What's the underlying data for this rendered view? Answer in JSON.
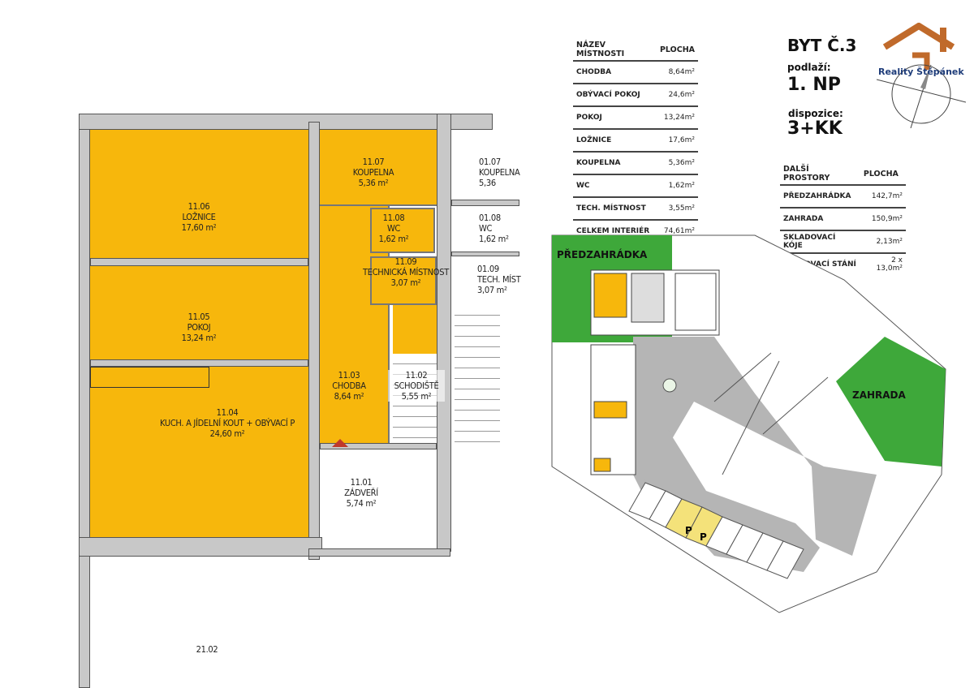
{
  "rooms_table": {
    "headers": [
      "NÁZEV MÍSTNOSTI",
      "PLOCHA"
    ],
    "rows": [
      {
        "name": "CHODBA",
        "area": "8,64m²"
      },
      {
        "name": "OBÝVACÍ POKOJ",
        "area": "24,6m²"
      },
      {
        "name": "POKOJ",
        "area": "13,24m²"
      },
      {
        "name": "LOŽNICE",
        "area": "17,6m²"
      },
      {
        "name": "KOUPELNA",
        "area": "5,36m²"
      },
      {
        "name": "WC",
        "area": "1,62m²"
      },
      {
        "name": "TECH. MÍSTNOST",
        "area": "3,55m²"
      },
      {
        "name": "CELKEM INTERIÉR",
        "area": "74,61m²"
      }
    ]
  },
  "extra_table": {
    "headers": [
      "DALŠÍ PROSTORY",
      "PLOCHA"
    ],
    "rows": [
      {
        "name": "PŘEDZAHRÁDKA",
        "area": "142,7m²"
      },
      {
        "name": "ZAHRADA",
        "area": "150,9m²"
      },
      {
        "name": "SKLADOVACÍ KÓJE",
        "area": "2,13m²"
      },
      {
        "name": "PARKOVACÍ STÁNÍ",
        "area": "2 x 13,0m²"
      }
    ]
  },
  "unit": {
    "title": "BYT Č.3",
    "floor_label": "podlaží:",
    "floor": "1. NP",
    "layout_label": "dispozice:",
    "layout": "3+KK"
  },
  "logo": {
    "text": "Reality Štěpánek",
    "color": "#c06a2b"
  },
  "plan": {
    "rooms": [
      {
        "num": "11.06",
        "name": "LOŽNICE",
        "area": "17,60 m²"
      },
      {
        "num": "11.05",
        "name": "POKOJ",
        "area": "13,24 m²"
      },
      {
        "num": "11.04",
        "name": "KUCH. A JÍDELNÍ KOUT + OBÝVACÍ P",
        "area": "24,60 m²"
      },
      {
        "num": "11.07",
        "name": "KOUPELNA",
        "area": "5,36 m²"
      },
      {
        "num": "11.08",
        "name": "WC",
        "area": "1,62 m²"
      },
      {
        "num": "11.09",
        "name": "TECHNICKÁ MÍSTNOST",
        "area": "3,07 m²"
      },
      {
        "num": "11.03",
        "name": "CHODBA",
        "area": "8,64 m²"
      },
      {
        "num": "11.02",
        "name": "SCHODIŠTĚ",
        "area": "5,55 m²"
      },
      {
        "num": "11.01",
        "name": "ZÁDVEŘÍ",
        "area": "5,74 m²"
      },
      {
        "num": "01.07",
        "name": "KOUPELNA",
        "area": "5,36"
      },
      {
        "num": "01.08",
        "name": "WC",
        "area": "1,62 m²"
      },
      {
        "num": "01.09",
        "name": "TECH. MÍST",
        "area": "3,07 m²"
      },
      {
        "num": "21.02",
        "name": "",
        "area": ""
      }
    ]
  },
  "site": {
    "front_garden": "PŘEDZAHRÁDKA",
    "garden": "ZAHRADA",
    "parking": [
      "P",
      "P"
    ]
  },
  "colors": {
    "room": "#f7b70c",
    "green": "#3ea83a",
    "road": "#b5b5b5"
  }
}
